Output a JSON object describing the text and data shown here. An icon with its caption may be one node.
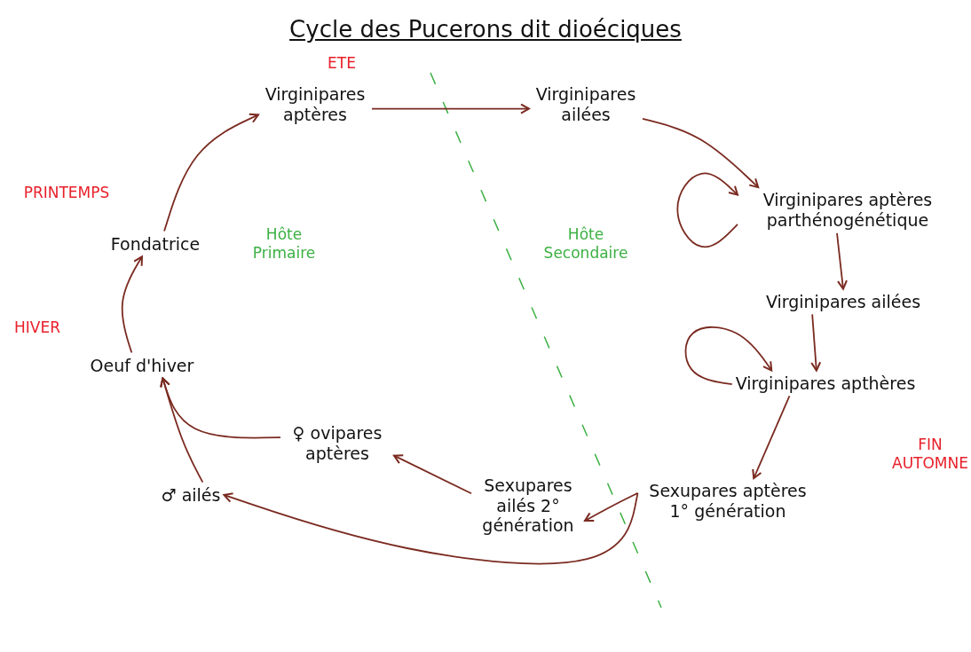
{
  "diagram": {
    "title": "Cycle des Pucerons dit dioéciques",
    "nodes": [
      {
        "text": [
          "Virginipares aptères"
        ]
      },
      {
        "text": [
          "Virginipares ailées"
        ]
      },
      {
        "text": [
          "Virginipares aptères parthénogénétique"
        ]
      },
      {
        "text": [
          "Virginipares ailées"
        ]
      },
      {
        "text": [
          "Virginipares apthères"
        ]
      },
      {
        "text": [
          "Sexupares aptères 1° génération"
        ]
      },
      {
        "text": [
          "Sexupares ailés 2° génération"
        ]
      },
      {
        "text": [
          "♀ ovipares aptères"
        ]
      },
      {
        "text": [
          "♂ ailés"
        ]
      },
      {
        "text": [
          "Oeuf d'hiver"
        ]
      },
      {
        "text": [
          "Fondatrice"
        ]
      }
    ],
    "edges": [
      {
        "from": 0,
        "to": 1,
        "arrow": "to"
      },
      {
        "from": 1,
        "to": 2,
        "arrow": "to"
      },
      {
        "from": 2,
        "to": 2,
        "arrow": "to"
      },
      {
        "from": 2,
        "to": 3,
        "arrow": "to"
      },
      {
        "from": 3,
        "to": 4,
        "arrow": "to"
      },
      {
        "from": 4,
        "to": 4,
        "arrow": "to"
      },
      {
        "from": 4,
        "to": 5,
        "arrow": "to"
      },
      {
        "from": 5,
        "to": 6,
        "arrow": "to"
      },
      {
        "from": 5,
        "to": 8,
        "arrow": "to"
      },
      {
        "from": 6,
        "to": 7,
        "arrow": "to"
      },
      {
        "from": 7,
        "to": 9,
        "arrow": "to"
      },
      {
        "from": 8,
        "to": 9,
        "arrow": "to"
      },
      {
        "from": 9,
        "to": 10,
        "arrow": "to"
      },
      {
        "from": 10,
        "to": 0,
        "arrow": "to"
      }
    ],
    "labels": [
      "ETE",
      "PRINTEMPS",
      "HIVER",
      "FIN AUTOMNE",
      "Hôte Primaire",
      "Hôte Secondaire"
    ]
  }
}
